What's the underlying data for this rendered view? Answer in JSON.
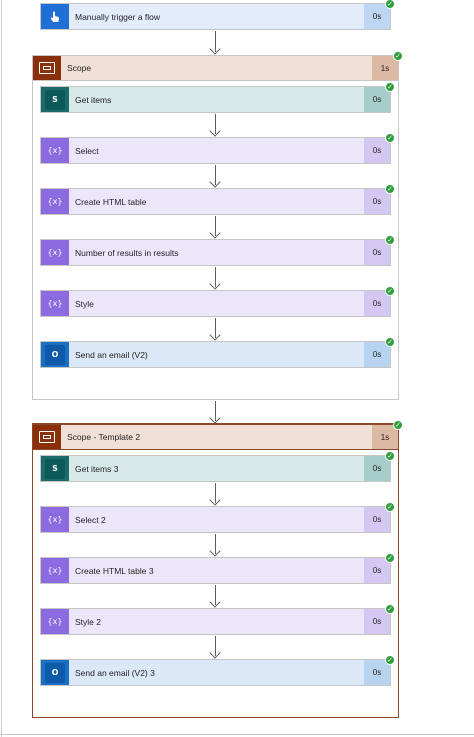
{
  "trigger": {
    "label": "Manually trigger a flow",
    "duration": "0s",
    "icon": "touch-icon"
  },
  "scope1": {
    "label": "Scope",
    "duration": "1s",
    "actions": [
      {
        "label": "Get items",
        "duration": "0s",
        "type": "sharepoint"
      },
      {
        "label": "Select",
        "duration": "0s",
        "type": "variable"
      },
      {
        "label": "Create HTML table",
        "duration": "0s",
        "type": "variable"
      },
      {
        "label": "Number of results in results",
        "duration": "0s",
        "type": "variable"
      },
      {
        "label": "Style",
        "duration": "0s",
        "type": "variable"
      },
      {
        "label": "Send an email (V2)",
        "duration": "0s",
        "type": "outlook"
      }
    ]
  },
  "scope2": {
    "label": "Scope - Template 2",
    "duration": "1s",
    "actions": [
      {
        "label": "Get items 3",
        "duration": "0s",
        "type": "sharepoint"
      },
      {
        "label": "Select 2",
        "duration": "0s",
        "type": "variable"
      },
      {
        "label": "Create HTML table 3",
        "duration": "0s",
        "type": "variable"
      },
      {
        "label": "Style 2",
        "duration": "0s",
        "type": "variable"
      },
      {
        "label": "Send an email (V2) 3",
        "duration": "0s",
        "type": "outlook"
      }
    ]
  },
  "icons": {
    "variable": "{x}",
    "sharepoint": "S",
    "outlook": "O"
  },
  "colors": {
    "success": "#2e9e3c",
    "sharepoint": "#1c6b6a",
    "variable": "#8c6ae0",
    "outlook": "#1a6fc3",
    "scope": "#8a2f0a",
    "trigger": "#1f6fd6"
  }
}
